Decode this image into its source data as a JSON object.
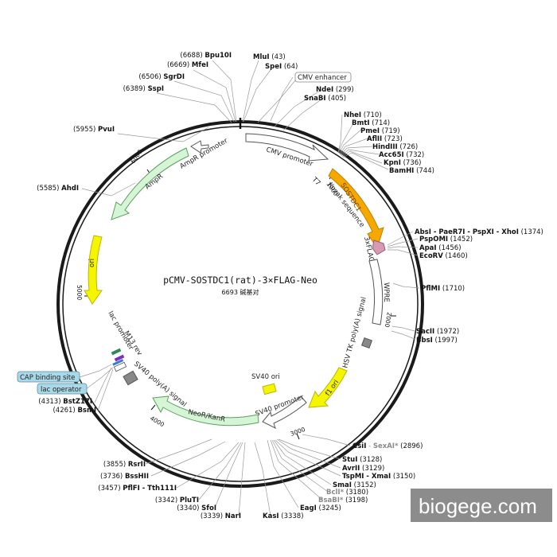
{
  "plasmid": {
    "name": "pCMV-SOSTDC1(rat)-3×FLAG-Neo",
    "size_text": "6693 碱基对"
  },
  "ticks": [
    "1000",
    "2000",
    "3000",
    "4000",
    "5000",
    "6000"
  ],
  "features": {
    "cmv_promoter": "CMV promoter",
    "t7": "T7",
    "kozak": "Kozak sequence",
    "sostdc1": "SOSTDC1",
    "flag": "3xFLAG",
    "wpre": "WPRE",
    "hsv": "HSV TK poly(A) signal",
    "f1ori": "f1 ori",
    "sv40ori": "SV40 ori",
    "sv40promoter": "SV40 promoter",
    "neo": "NeoR/KanR",
    "sv40polya": "SV40 poly(A) signal",
    "m13": "M13 rev",
    "lacpromoter": "lac promoter",
    "ori": "ori",
    "ampr": "AmpR",
    "amprpromoter": "AmpR promoter"
  },
  "boxes": {
    "cmv_enhancer": "CMV enhancer",
    "cap_site": "CAP binding site",
    "lac_operator": "lac operator"
  },
  "sites": {
    "bpu10i": {
      "name": "Bpu10I",
      "pos": "(6688)"
    },
    "mfei": {
      "name": "MfeI",
      "pos": "(6669)"
    },
    "sgrdi": {
      "name": "SgrDI",
      "pos": "(6506)"
    },
    "sspi": {
      "name": "SspI",
      "pos": "(6389)"
    },
    "pvui": {
      "name": "PvuI",
      "pos": "(5955)"
    },
    "ahdi": {
      "name": "AhdI",
      "pos": "(5585)"
    },
    "mlui": {
      "name": "MluI",
      "pos": "(43)"
    },
    "spei": {
      "name": "SpeI",
      "pos": "(64)"
    },
    "ndei": {
      "name": "NdeI",
      "pos": "(299)"
    },
    "snabi": {
      "name": "SnaBI",
      "pos": "(405)"
    },
    "nhei": {
      "name": "NheI",
      "pos": "(710)"
    },
    "bmti": {
      "name": "BmtI",
      "pos": "(714)"
    },
    "pmei": {
      "name": "PmeI",
      "pos": "(719)"
    },
    "aflii": {
      "name": "AflII",
      "pos": "(723)"
    },
    "hindiii": {
      "name": "HindIII",
      "pos": "(726)"
    },
    "acc65i": {
      "name": "Acc65I",
      "pos": "(732)"
    },
    "kpni": {
      "name": "KpnI",
      "pos": "(736)"
    },
    "bamhi": {
      "name": "BamHI",
      "pos": "(744)"
    },
    "absi": {
      "name": "AbsI - PaeR7I - PspXI - XhoI",
      "pos": "(1374)"
    },
    "pspomi": {
      "name": "PspOMI",
      "pos": "(1452)"
    },
    "apai": {
      "name": "ApaI",
      "pos": "(1456)"
    },
    "ecorv": {
      "name": "EcoRV",
      "pos": "(1460)"
    },
    "pflmi": {
      "name": "PflMI",
      "pos": "(1710)"
    },
    "sacii": {
      "name": "SacII",
      "pos": "(1972)"
    },
    "bbsi": {
      "name": "BbsI",
      "pos": "(1997)"
    },
    "csii": {
      "name": "CsiI",
      "sep": " - ",
      "name2": "SexAI*",
      "pos": "(2896)"
    },
    "stui": {
      "name": "StuI",
      "pos": "(3128)"
    },
    "avrii": {
      "name": "AvrII",
      "pos": "(3129)"
    },
    "tspmi": {
      "name": "TspMI - XmaI",
      "pos": "(3150)"
    },
    "smai": {
      "name": "SmaI",
      "pos": "(3152)"
    },
    "bcli": {
      "name": "BclI*",
      "pos": "(3180)"
    },
    "bsabi": {
      "name": "BsaBI*",
      "pos": "(3198)"
    },
    "eagi": {
      "name": "EagI",
      "pos": "(3245)"
    },
    "kasi": {
      "name": "KasI",
      "pos": "(3338)"
    },
    "nari": {
      "name": "NarI",
      "pos": "(3339)"
    },
    "sfoi": {
      "name": "SfoI",
      "pos": "(3340)"
    },
    "pluti": {
      "name": "PluTI",
      "pos": "(3342)"
    },
    "pflfi": {
      "name": "PflFI - Tth111I",
      "pos": "(3457)"
    },
    "bsshii": {
      "name": "BssHII",
      "pos": "(3736)"
    },
    "rsrii": {
      "name": "RsrII",
      "pos": "(3855)"
    },
    "bstz17i": {
      "name": "BstZ17I",
      "pos": "(4313)"
    },
    "bsmi": {
      "name": "BsmI",
      "pos": "(4261)"
    }
  },
  "watermark": "biogege.com",
  "colors": {
    "backbone": "#1a1a1a",
    "orf": "#f5a800",
    "ori": "#f5f500",
    "resistance": "#d6f5d6",
    "promoter": "#ffffff",
    "flag": "#d59ab4",
    "box_fill": "#a9d8e8",
    "watermark_bg": "#8c8c8c"
  }
}
